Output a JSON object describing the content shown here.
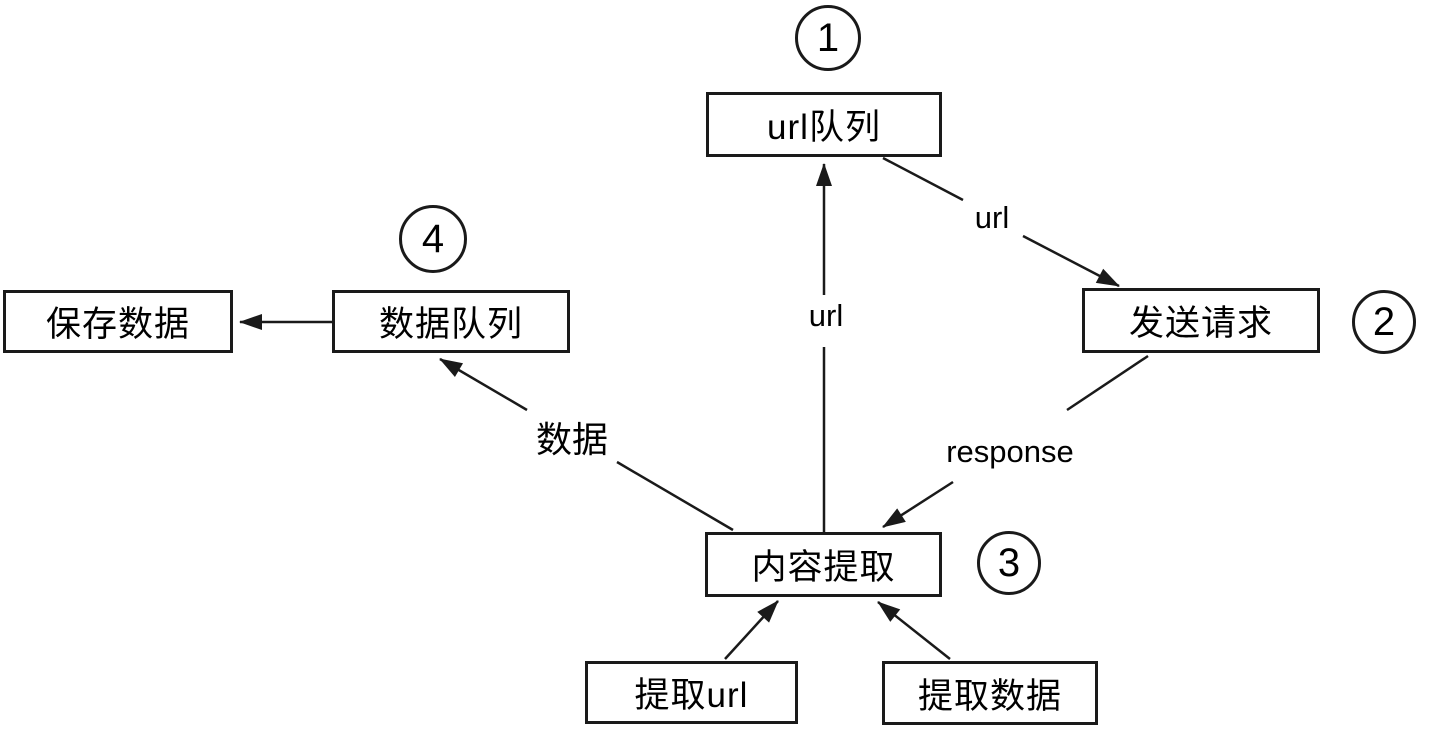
{
  "diagram": {
    "nodes": {
      "url_queue": {
        "label": "url队列",
        "step": "1"
      },
      "send_request": {
        "label": "发送请求",
        "step": "2"
      },
      "content_extract": {
        "label": "内容提取",
        "step": "3"
      },
      "data_queue": {
        "label": "数据队列",
        "step": "4"
      },
      "save_data": {
        "label": "保存数据"
      },
      "extract_url": {
        "label": "提取url"
      },
      "extract_data": {
        "label": "提取数据"
      }
    },
    "edge_labels": {
      "extract_to_url_queue": "url",
      "url_queue_to_send_request": "url",
      "send_request_to_extract": "response",
      "extract_to_data_queue": "数据"
    },
    "edges": [
      {
        "from": "content_extract",
        "to": "url_queue",
        "label": "url"
      },
      {
        "from": "url_queue",
        "to": "send_request",
        "label": "url"
      },
      {
        "from": "send_request",
        "to": "content_extract",
        "label": "response"
      },
      {
        "from": "content_extract",
        "to": "data_queue",
        "label": "数据"
      },
      {
        "from": "data_queue",
        "to": "save_data",
        "label": ""
      },
      {
        "from": "extract_url",
        "to": "content_extract",
        "label": ""
      },
      {
        "from": "extract_data",
        "to": "content_extract",
        "label": ""
      }
    ],
    "colors": {
      "line": "#1a1a1a",
      "box_border": "#1a1a1a",
      "box_fill": "#ffffff",
      "background": "#ffffff",
      "text": "#000000"
    }
  }
}
